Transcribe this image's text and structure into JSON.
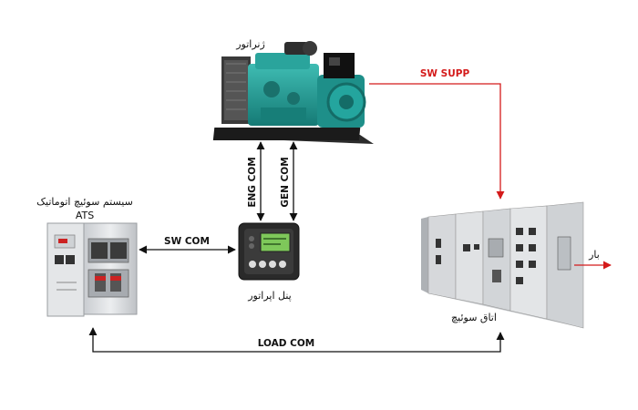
{
  "diagram": {
    "generator_label": "ژنراتور",
    "ats_label_fa": "سیستم سوئیچ اتوماتیک",
    "ats_label_en": "ATS",
    "panel_label": "پنل اپراتور",
    "switch_room_label": "اتاق سوئیچ",
    "load_label": "بار",
    "links": {
      "sw_supp": "SW SUPP",
      "eng_com": "ENG COM",
      "gen_com": "GEN COM",
      "sw_com": "SW COM",
      "load_com": "LOAD COM"
    },
    "colors": {
      "power_line": "#d41a1a",
      "comm_line": "#111111",
      "generator": "#1f9c96",
      "panel_body": "#2a2a2a",
      "panel_screen": "#7ec85a",
      "cabinet": "#d9dbde"
    }
  }
}
